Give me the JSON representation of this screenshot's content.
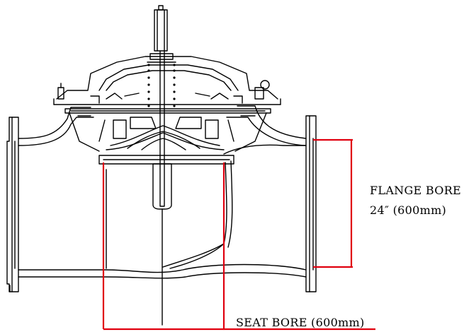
{
  "annotations": {
    "flange_bore_line1": "FLANGE BORE",
    "flange_bore_line2": "24″ (600mm)",
    "seat_bore": "SEAT BORE (600mm)"
  },
  "colors": {
    "dimension_lines": "#e0000f",
    "drawing_lines": "#000000",
    "background": "#ffffff"
  }
}
